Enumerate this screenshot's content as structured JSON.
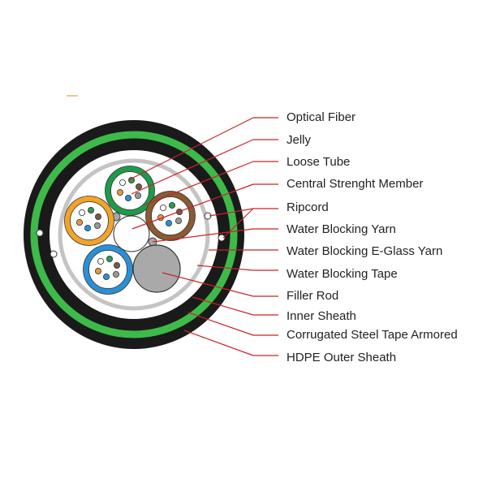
{
  "colors": {
    "leader": "#c8232c",
    "outer_sheath": "#1a1a1a",
    "armor": "#3dba4a",
    "tape": "#c4c4c4",
    "filler": "#a9a9a9"
  },
  "labels": [
    {
      "text": "Optical Fiber"
    },
    {
      "text": "Jelly"
    },
    {
      "text": "Loose Tube"
    },
    {
      "text": "Central Strenght Member"
    },
    {
      "text": "Ripcord"
    },
    {
      "text": "Water Blocking Yarn"
    },
    {
      "text": "Water Blocking E-Glass Yarn"
    },
    {
      "text": "Water Blocking Tape"
    },
    {
      "text": "Filler Rod"
    },
    {
      "text": "Inner Sheath"
    },
    {
      "text": "Corrugated Steel Tape Armored"
    },
    {
      "text": "HDPE Outer Sheath"
    }
  ],
  "tubes": [
    {
      "name": "green",
      "color": "#1f9a4a"
    },
    {
      "name": "brown",
      "color": "#8a5a32"
    },
    {
      "name": "orange",
      "color": "#f2a32a"
    },
    {
      "name": "blue",
      "color": "#2b8fd6"
    }
  ],
  "fiber_colors": [
    "#ffffff",
    "#2a9a55",
    "#7a5a3c",
    "#e69a3a",
    "#2b8fd6",
    "#9a9a9a"
  ]
}
